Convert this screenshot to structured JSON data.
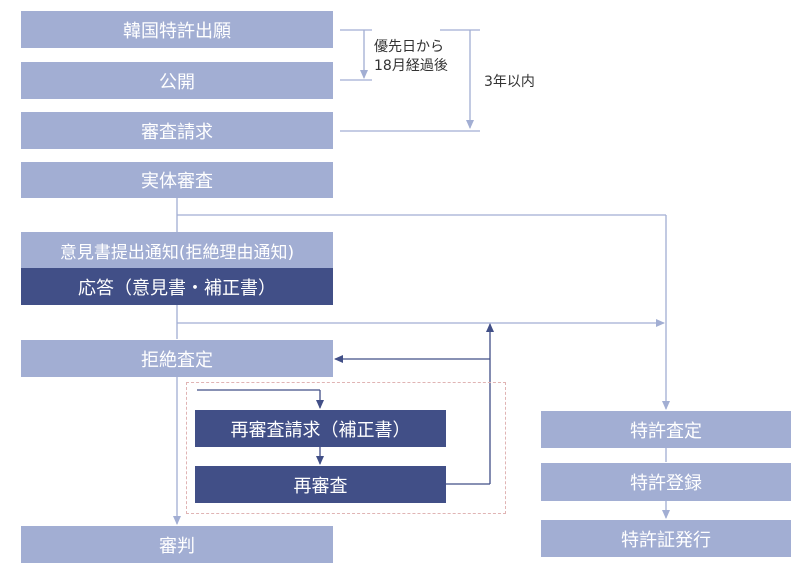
{
  "flow": {
    "korea_application": "韓国特許出願",
    "publication": "公開",
    "exam_request": "審査請求",
    "substantive_exam": "実体審査",
    "office_action": "意見書提出通知(拒絶理由通知)",
    "response": "応答（意見書・補正書）",
    "rejection": "拒絶査定",
    "reexam_request": "再審査請求（補正書）",
    "reexam": "再審査",
    "trial": "審判",
    "allowance": "特許査定",
    "registration": "特許登録",
    "certificate": "特許証発行"
  },
  "notes": {
    "priority_line1": "優先日から",
    "priority_line2": "18月経過後",
    "three_years": "3年以内"
  },
  "colors": {
    "light_box": "#a2aed3",
    "dark_box": "#414f87",
    "light_line": "#a2aed3",
    "dark_line": "#414f87",
    "dashed_frame": "#e0b4b4"
  }
}
